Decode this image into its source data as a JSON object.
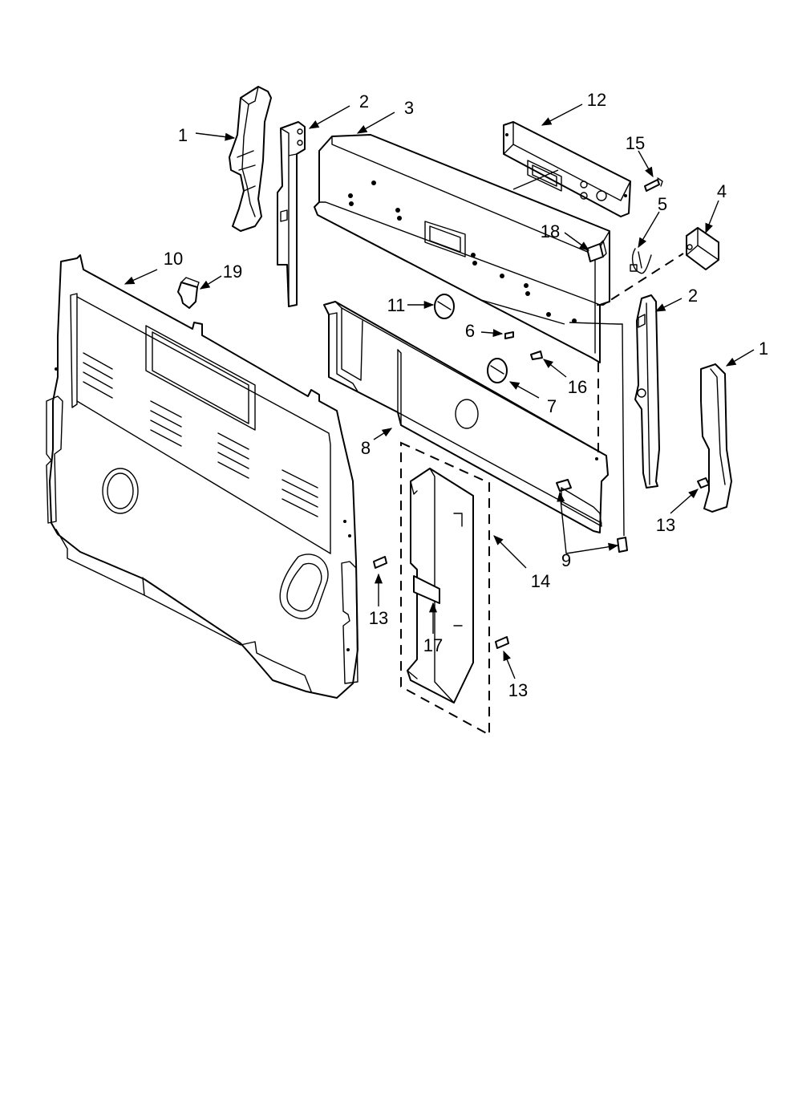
{
  "callouts": {
    "c1a": "1",
    "c1b": "1",
    "c2a": "2",
    "c2b": "2",
    "c3": "3",
    "c4": "4",
    "c5": "5",
    "c6": "6",
    "c7": "7",
    "c8": "8",
    "c9": "9",
    "c10": "10",
    "c11": "11",
    "c12": "12",
    "c13a": "13",
    "c13b": "13",
    "c13c": "13",
    "c14": "14",
    "c15": "15",
    "c16": "16",
    "c17": "17",
    "c18": "18",
    "c19": "19"
  }
}
